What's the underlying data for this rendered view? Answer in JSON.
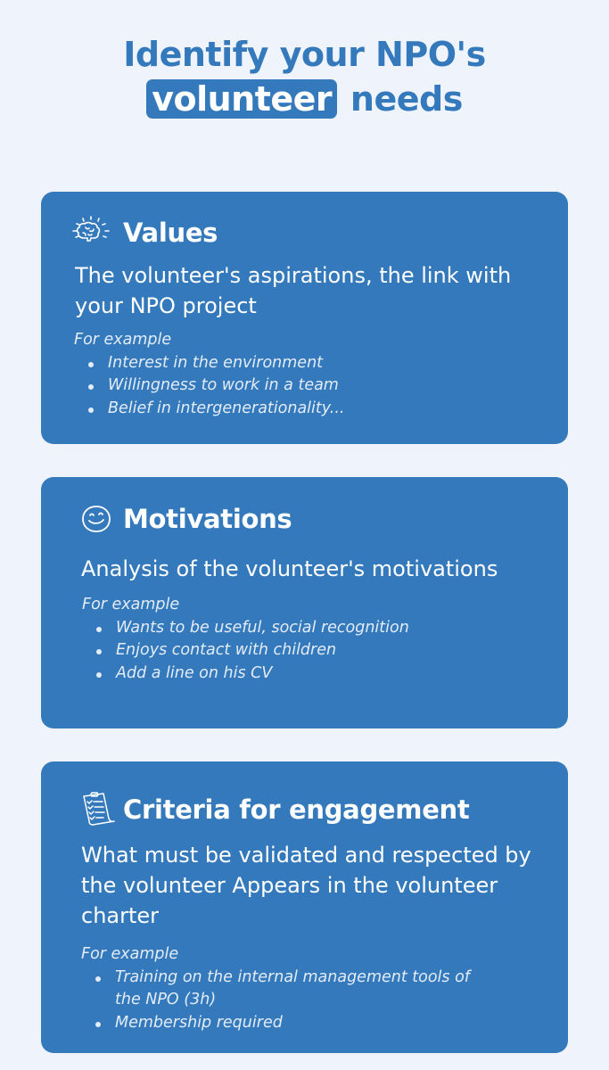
{
  "header": {
    "title_line1": "Identify your NPO's",
    "title_highlight": "volunteer",
    "title_line2_rest": "needs"
  },
  "colors": {
    "background": "#eff4fc",
    "accent": "#3479bb",
    "card_text": "#ffffff"
  },
  "cards": [
    {
      "icon": "brain-icon",
      "title": "Values",
      "description": "The volunteer's aspirations, the link with your NPO project",
      "example_label": "For example",
      "examples": [
        "Interest in the environment",
        "Willingness to work in a team",
        "Belief in intergenerationality..."
      ]
    },
    {
      "icon": "smiley-icon",
      "title": "Motivations",
      "description": "Analysis of the volunteer's motivations",
      "example_label": "For example",
      "examples": [
        "Wants to be useful, social recognition",
        "Enjoys contact with children",
        "Add a line on his CV"
      ]
    },
    {
      "icon": "clipboard-checklist-icon",
      "title": "Criteria for engagement",
      "description": "What must be validated and respected by the volunteer Appears in the volunteer charter",
      "example_label": "For example",
      "examples": [
        "Training on the internal management tools of the NPO (3h)",
        "Membership required"
      ]
    }
  ]
}
